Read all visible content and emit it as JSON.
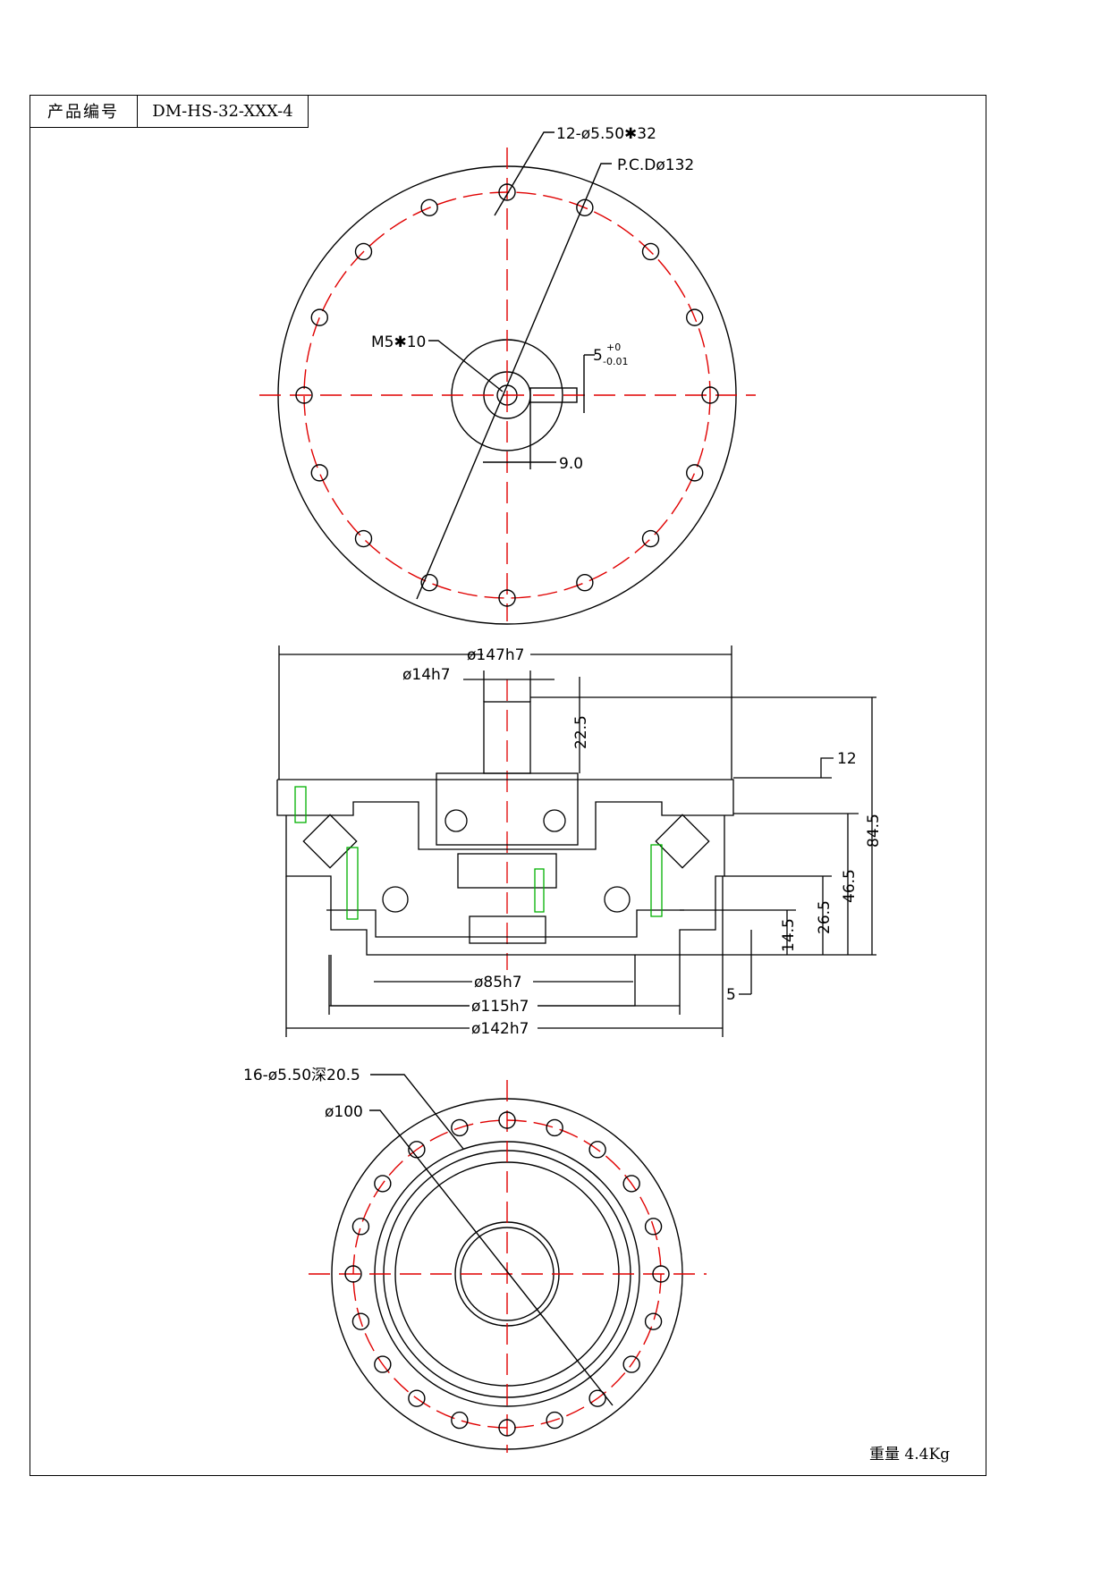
{
  "title_block": {
    "label": "产品编号",
    "value": "DM-HS-32-XXX-4"
  },
  "weight": "重量 4.4Kg",
  "top_view": {
    "hole_callout": "12-ø5.50✱32",
    "pcd_callout": "P.C.Dø132",
    "thread_callout": "M5✱10",
    "key_width_base": "5",
    "key_tol_upper": "+0",
    "key_tol_lower": "-0.01",
    "key_depth": "9.0"
  },
  "side_view": {
    "dia_147": "ø147h7",
    "dia_14": "ø14h7",
    "len_22_5": "22.5",
    "h_12": "12",
    "h_84_5": "84.5",
    "h_46_5": "46.5",
    "h_26_5": "26.5",
    "h_14_5": "14.5",
    "h_5": "5",
    "dia_85": "ø85h7",
    "dia_115": "ø115h7",
    "dia_142": "ø142h7"
  },
  "bottom_view": {
    "hole_callout": "16-ø5.50深20.5",
    "pcd_callout": "ø100"
  },
  "colors": {
    "line": "#000000",
    "center": "#e00000",
    "fastener": "#00b000"
  }
}
